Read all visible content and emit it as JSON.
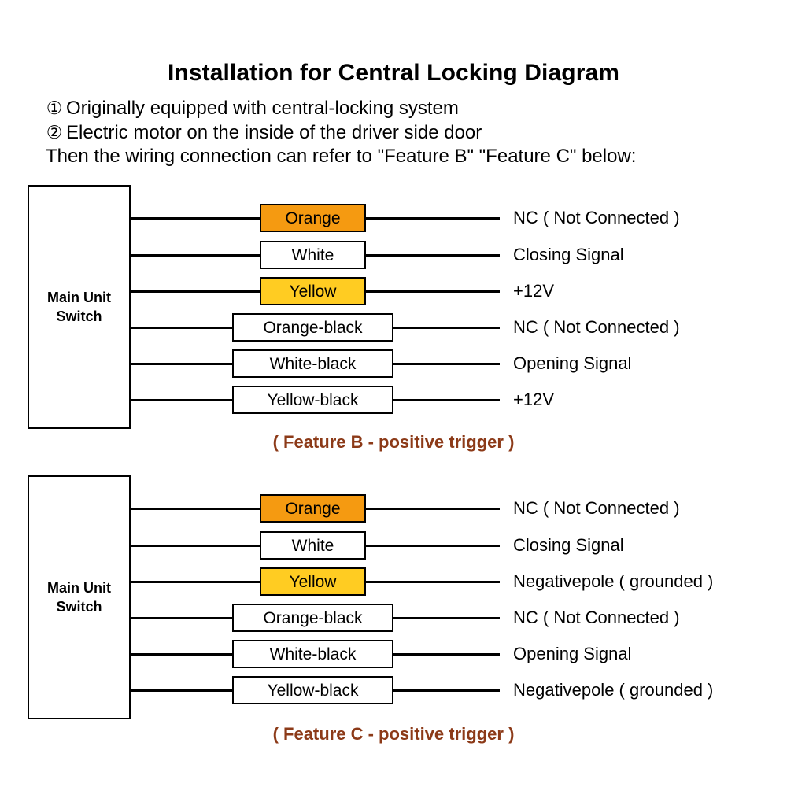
{
  "header": {
    "title": "Installation for Central Locking Diagram",
    "notes": [
      {
        "marker": "①",
        "text": "Originally equipped with central-locking system"
      },
      {
        "marker": "②",
        "text": "Electric motor on the inside of the driver side door"
      }
    ],
    "closing_line": "Then the wiring connection can refer to \"Feature B\" \"Feature C\" below:"
  },
  "colors": {
    "orange": "#F59A11",
    "yellow": "#FFCC22",
    "white": "#FFFFFF",
    "caption": "#8C3A18",
    "line": "#000000",
    "background": "#FFFFFF"
  },
  "diagrams": [
    {
      "id": "feature-b",
      "unit_label": "Main Unit\nSwitch",
      "caption": "( Feature B - positive trigger )",
      "rows": [
        {
          "wire": "Orange",
          "swatch": "orange",
          "width": "narrow",
          "function": "NC ( Not Connected )"
        },
        {
          "wire": "White",
          "swatch": "white",
          "width": "narrow",
          "function": "Closing Signal"
        },
        {
          "wire": "Yellow",
          "swatch": "yellow",
          "width": "narrow",
          "function": "+12V"
        },
        {
          "wire": "Orange-black",
          "swatch": "white",
          "width": "wide",
          "function": "NC ( Not Connected )"
        },
        {
          "wire": "White-black",
          "swatch": "white",
          "width": "wide",
          "function": "Opening Signal"
        },
        {
          "wire": "Yellow-black",
          "swatch": "white",
          "width": "wide",
          "function": "+12V"
        }
      ]
    },
    {
      "id": "feature-c",
      "unit_label": "Main Unit\nSwitch",
      "caption": "( Feature C - positive trigger )",
      "rows": [
        {
          "wire": "Orange",
          "swatch": "orange",
          "width": "narrow",
          "function": "NC ( Not Connected )"
        },
        {
          "wire": "White",
          "swatch": "white",
          "width": "narrow",
          "function": "Closing Signal"
        },
        {
          "wire": "Yellow",
          "swatch": "yellow",
          "width": "narrow",
          "function": "Negativepole ( grounded )"
        },
        {
          "wire": "Orange-black",
          "swatch": "white",
          "width": "wide",
          "function": "NC ( Not Connected )"
        },
        {
          "wire": "White-black",
          "swatch": "white",
          "width": "wide",
          "function": "Opening Signal"
        },
        {
          "wire": "Yellow-black",
          "swatch": "white",
          "width": "wide",
          "function": "Negativepole ( grounded )"
        }
      ]
    }
  ]
}
